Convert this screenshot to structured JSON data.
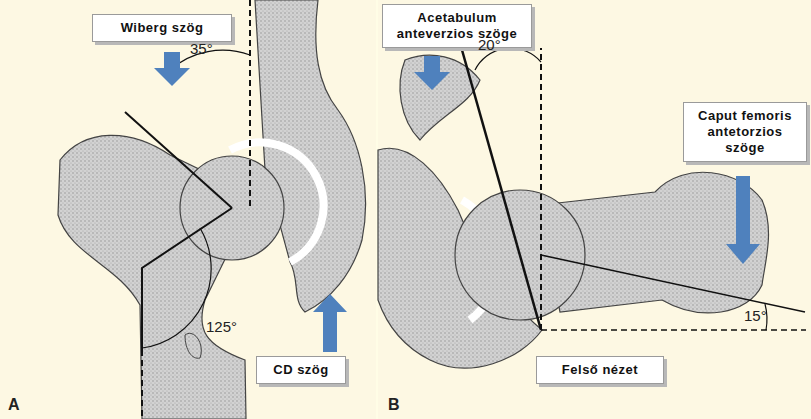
{
  "diagram": {
    "nodes": [
      {
        "text": [
          "Wiberg szög"
        ]
      },
      {
        "text": [
          "Acetabulum anteverzios szöge"
        ]
      },
      {
        "text": [
          "Caput femoris antetorzios szöge"
        ]
      },
      {
        "text": [
          "CD szög"
        ]
      },
      {
        "text": [
          "Felső nézet"
        ]
      }
    ],
    "labels": [
      "35°",
      "125°",
      "A",
      "20°",
      "15°",
      "B"
    ]
  }
}
